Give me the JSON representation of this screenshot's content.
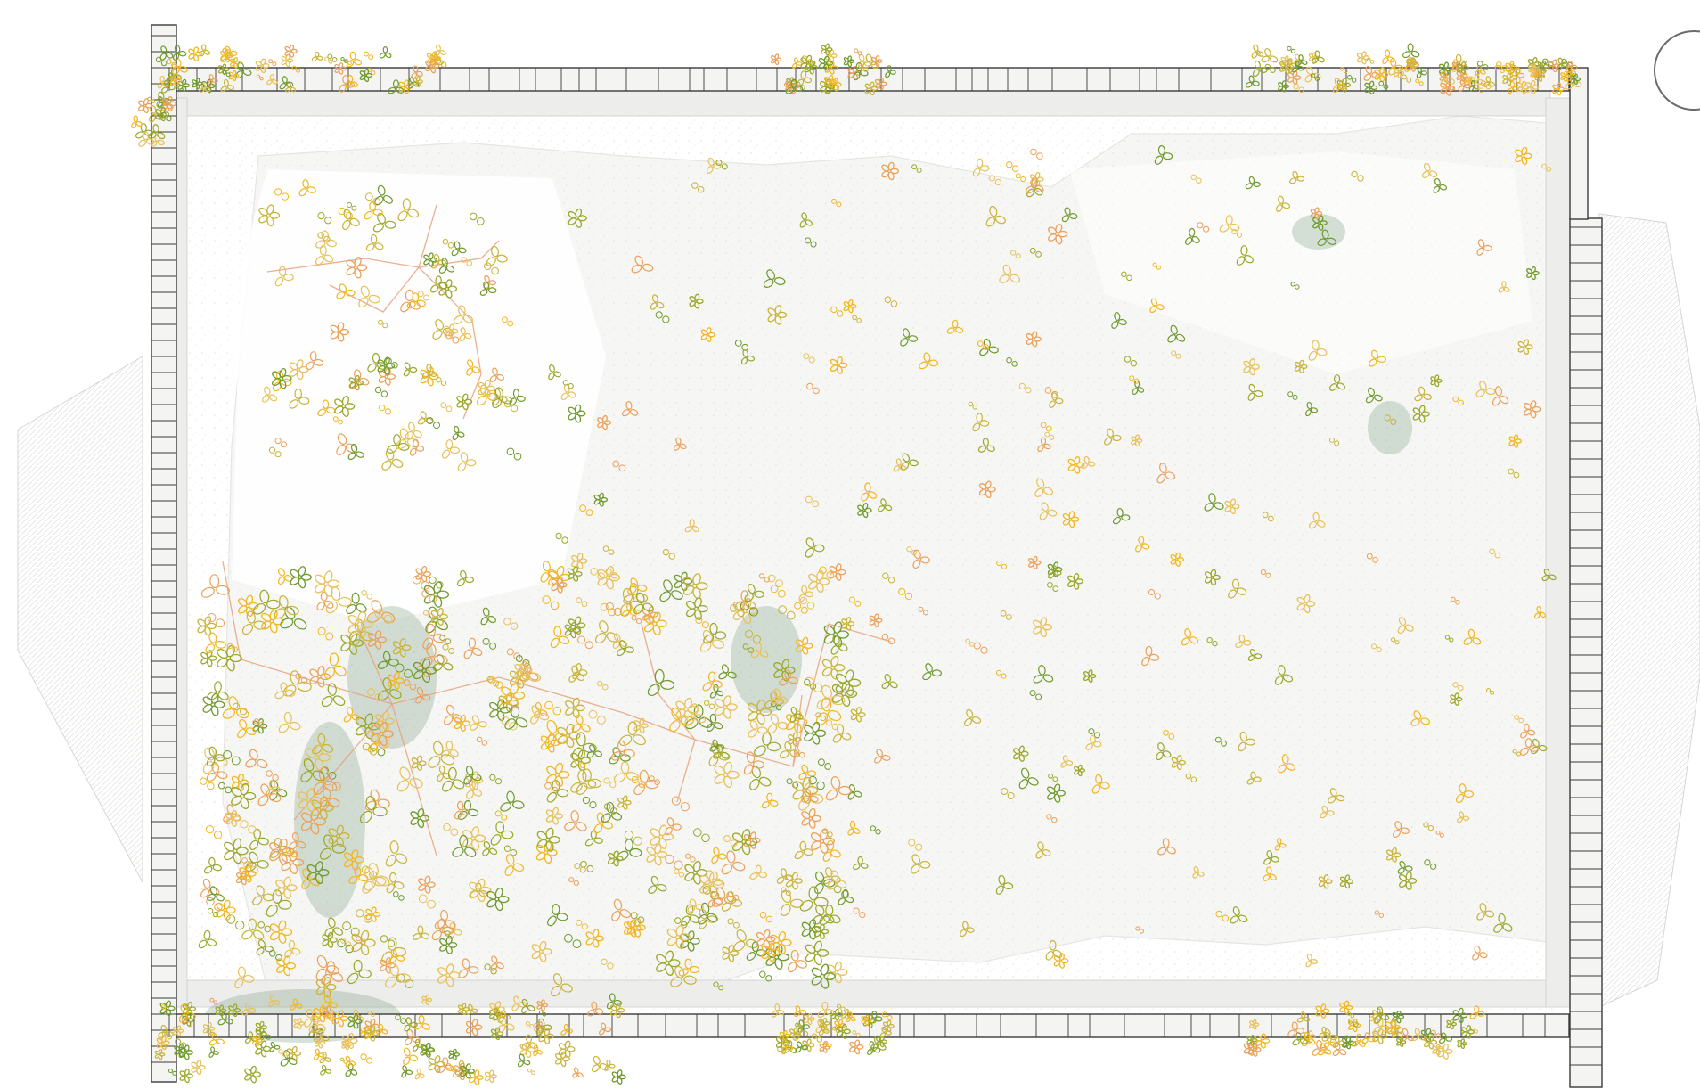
{
  "drawing": {
    "colors": {
      "background": "#ffffff",
      "ruin_texture": "#ececea",
      "ruin_edge": "#cfcfcc",
      "wall_line": "#3a3a3a",
      "wall_fill": "#f4f4f2",
      "moss": "#8aa890",
      "vine_stem": "#e8a27c"
    },
    "plant_palette": [
      "#6f9a2d",
      "#9aa82a",
      "#f2b720",
      "#eba15a",
      "#c9b43a",
      "#e7c15a"
    ],
    "plant_symbols": [
      "leaf-cluster",
      "flower",
      "seedling"
    ]
  },
  "controls": {
    "corner_button": "circle-button-icon"
  }
}
